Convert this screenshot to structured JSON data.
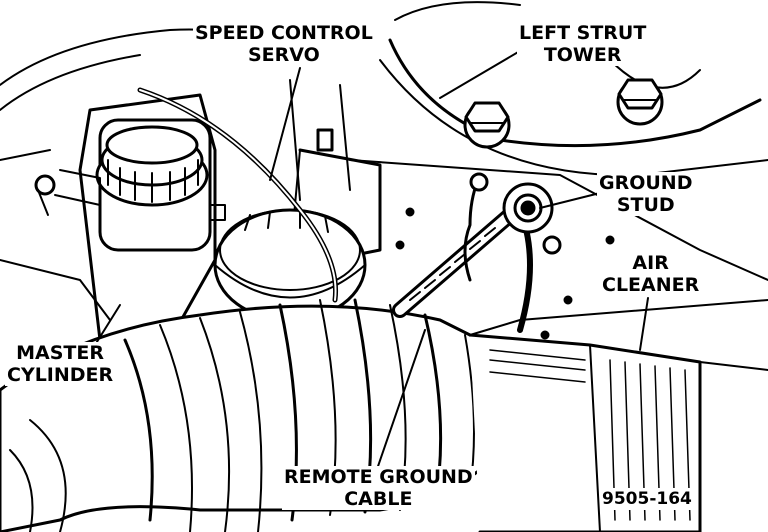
{
  "labels": {
    "speed_control_servo": [
      "SPEED CONTROL",
      "SERVO"
    ],
    "left_strut_tower": [
      "LEFT STRUT",
      "TOWER"
    ],
    "ground_stud": [
      "GROUND",
      "STUD"
    ],
    "air_cleaner": [
      "AIR",
      "CLEANER"
    ],
    "master_cylinder": [
      "MASTER",
      "CYLINDER"
    ],
    "remote_ground_cable": [
      "REMOTE GROUND",
      "CABLE"
    ]
  },
  "figure_code": "9505-164",
  "colors": {
    "ink": "#000000",
    "paper": "#ffffff"
  }
}
